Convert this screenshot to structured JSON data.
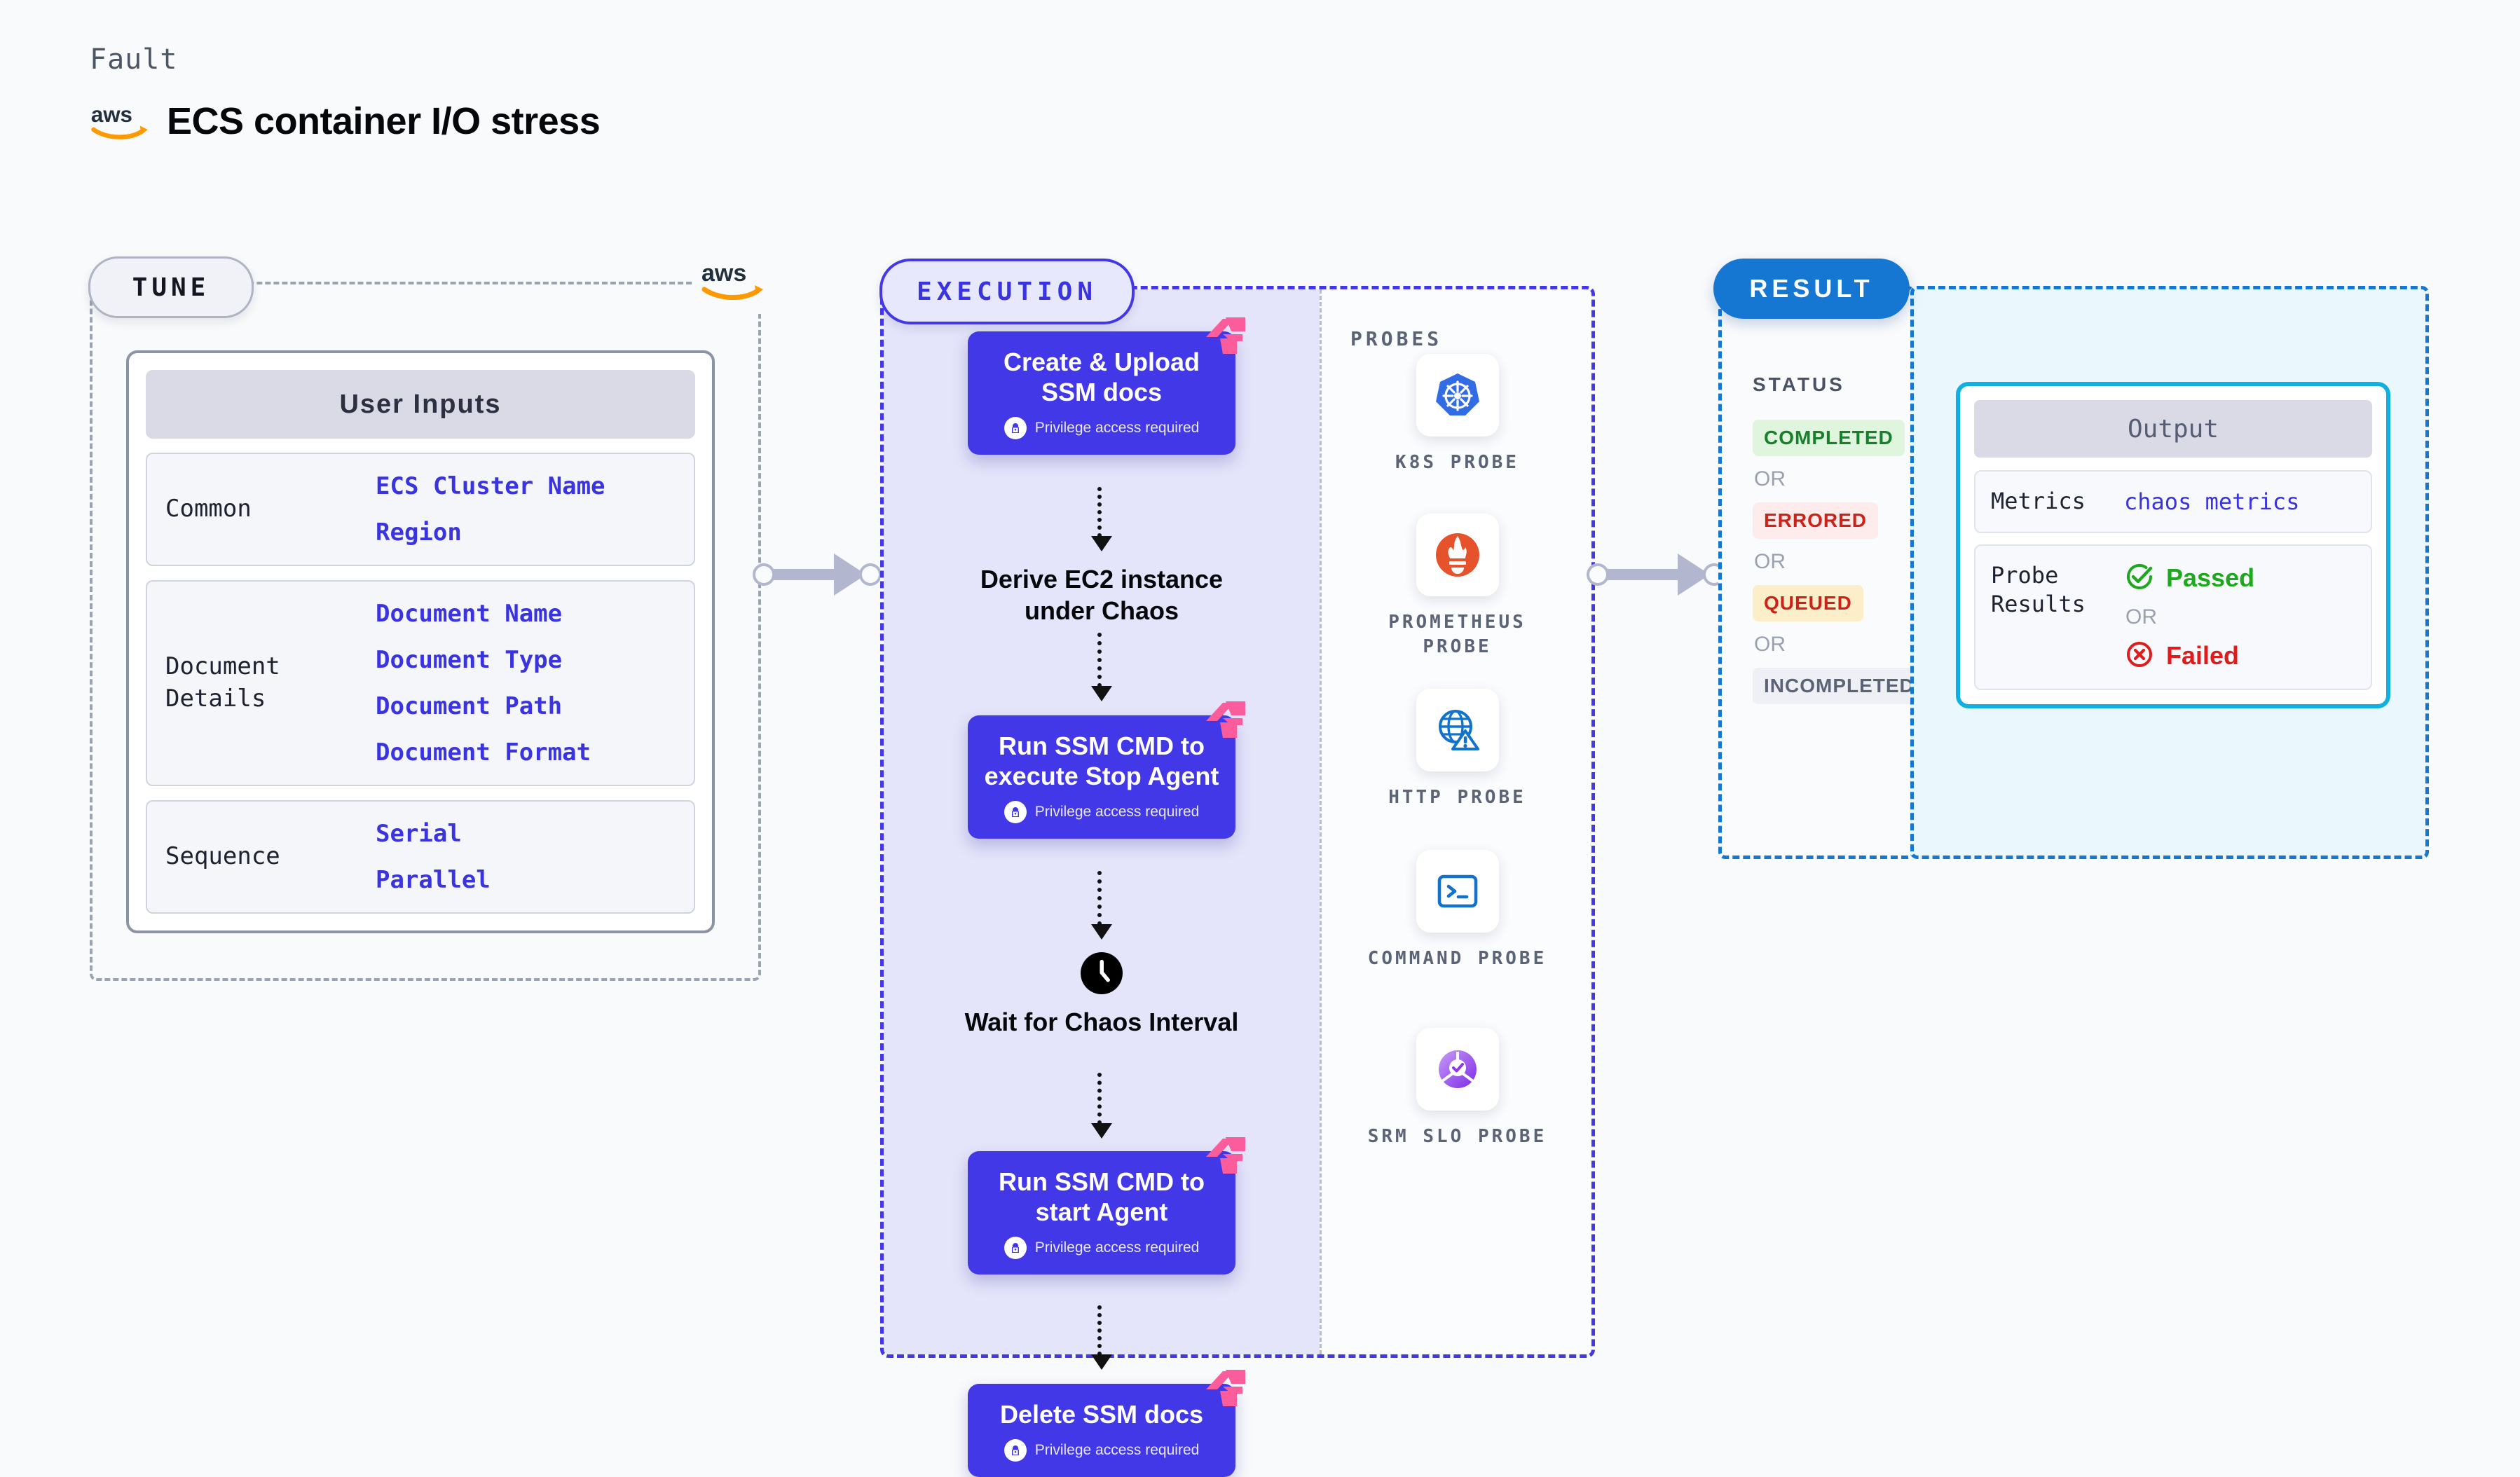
{
  "header": {
    "eyebrow": "Fault",
    "title": "ECS container I/O stress",
    "logo_icon": "aws-logo"
  },
  "tune": {
    "pill_label": "TUNE",
    "aws_icon": "aws-logo",
    "card_title": "User Inputs",
    "rows": [
      {
        "key": "Common",
        "values": [
          "ECS Cluster Name",
          "Region"
        ]
      },
      {
        "key": "Document\nDetails",
        "values": [
          "Document Name",
          "Document Type",
          "Document Path",
          "Document Format"
        ]
      },
      {
        "key": "Sequence",
        "values": [
          "Serial",
          "Parallel"
        ]
      }
    ]
  },
  "execution": {
    "pill_label": "EXECUTION",
    "privilege_note": "Privilege access required",
    "steps": [
      {
        "type": "box",
        "title": "Create & Upload SSM docs",
        "privileged": true,
        "icon": "harness-ribbon-icon"
      },
      {
        "type": "plain",
        "title": "Derive EC2 instance under Chaos",
        "privileged": false,
        "icon": ""
      },
      {
        "type": "box",
        "title": "Run SSM CMD to execute Stop Agent",
        "privileged": true,
        "icon": "harness-ribbon-icon"
      },
      {
        "type": "clock",
        "title": "Wait for Chaos Interval",
        "privileged": false,
        "icon": "clock-icon"
      },
      {
        "type": "box",
        "title": "Run SSM CMD to start Agent",
        "privileged": true,
        "icon": "harness-ribbon-icon"
      },
      {
        "type": "box",
        "title": "Delete SSM docs",
        "privileged": true,
        "icon": "harness-ribbon-icon"
      }
    ]
  },
  "probes": {
    "label": "PROBES",
    "items": [
      {
        "label": "K8S PROBE",
        "icon": "kubernetes-icon"
      },
      {
        "label": "PROMETHEUS PROBE",
        "icon": "prometheus-icon"
      },
      {
        "label": "HTTP PROBE",
        "icon": "globe-warning-icon"
      },
      {
        "label": "COMMAND PROBE",
        "icon": "terminal-icon"
      },
      {
        "label": "SRM SLO PROBE",
        "icon": "srm-slo-icon"
      }
    ]
  },
  "result": {
    "pill_label": "RESULT",
    "status_label": "STATUS",
    "or_label": "OR",
    "statuses": [
      {
        "text": "COMPLETED",
        "color": "#17802a",
        "bg": "#dff5de"
      },
      {
        "text": "ERRORED",
        "color": "#cc2218",
        "bg": "#fdeceb"
      },
      {
        "text": "QUEUED",
        "color": "#cc2218",
        "bg": "#fdeeca"
      },
      {
        "text": "INCOMPLETED",
        "color": "#5b6377",
        "bg": "#eef0f5"
      }
    ]
  },
  "output": {
    "card_title": "Output",
    "metrics_key": "Metrics",
    "metrics_value": "chaos metrics",
    "probe_results_key": "Probe\nResults",
    "or_label": "OR",
    "passed": {
      "text": "Passed",
      "color": "#1da81d",
      "icon": "check-circle-icon"
    },
    "failed": {
      "text": "Failed",
      "color": "#e01b1b",
      "icon": "x-circle-icon"
    }
  },
  "colors": {
    "primary_purple": "#4338e8",
    "result_blue": "#1677d2",
    "output_cyan": "#12b0e0",
    "ribbon_pink": "#fb5c9b"
  }
}
